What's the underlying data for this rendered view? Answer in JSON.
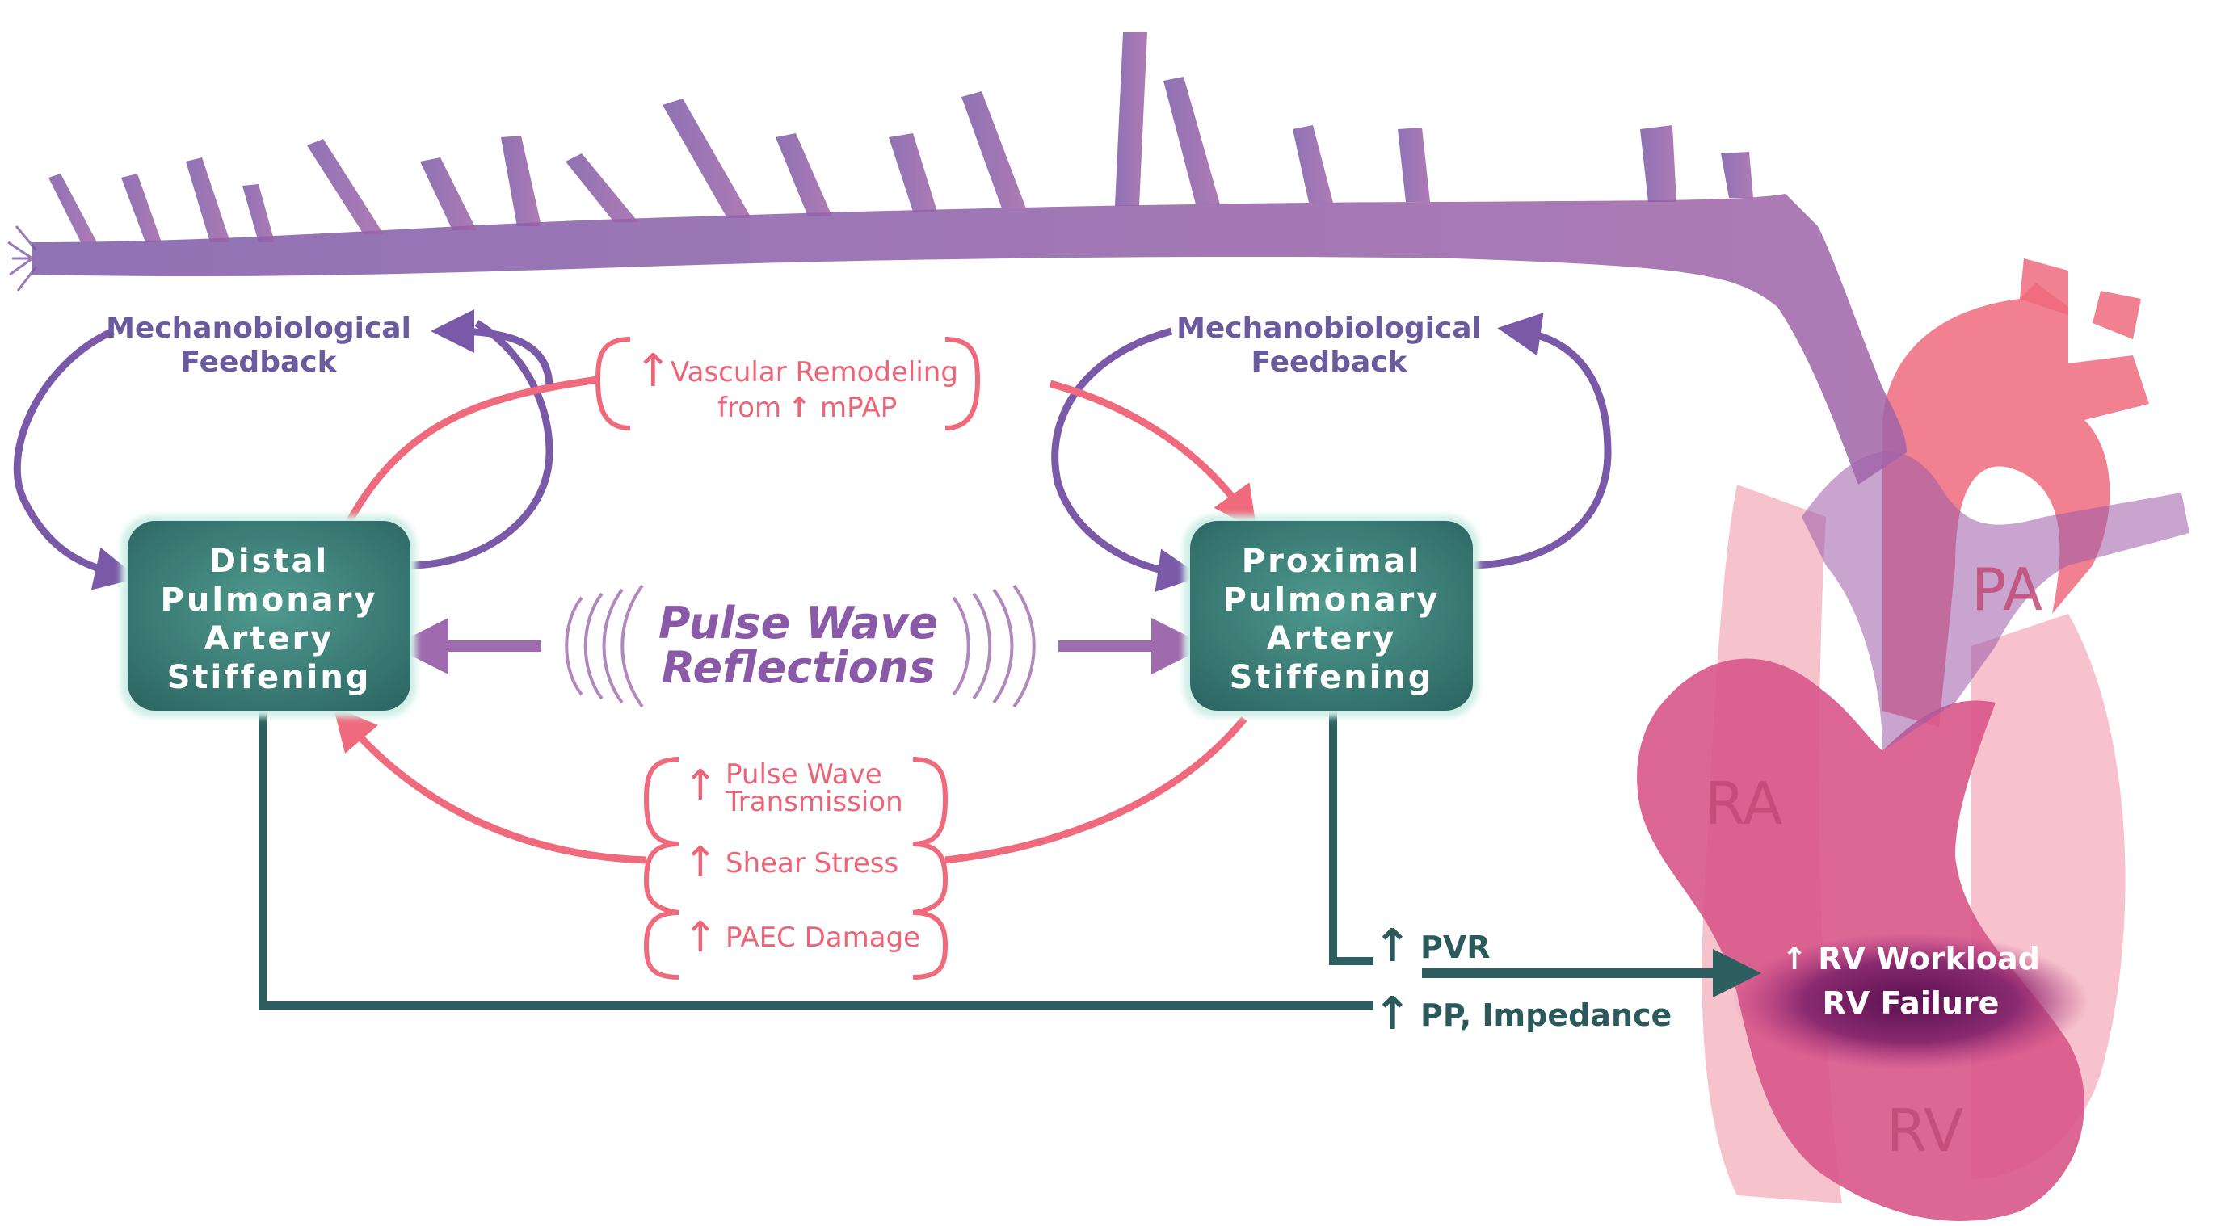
{
  "feedback_left": {
    "line1": "Mechanobiological",
    "line2": "Feedback"
  },
  "feedback_right": {
    "line1": "Mechanobiological",
    "line2": "Feedback"
  },
  "distal_box": {
    "lines": [
      "Distal",
      "Pulmonary",
      "Artery",
      "Stiffening"
    ]
  },
  "proximal_box": {
    "lines": [
      "Proximal",
      "Pulmonary",
      "Artery",
      "Stiffening"
    ]
  },
  "pulse_wave": {
    "line1": "Pulse Wave",
    "line2": "Reflections"
  },
  "remodeling": {
    "line1": "Vascular Remodeling",
    "line2_prefix": "from",
    "line2_suffix": "mPAP",
    "arrow_glyph": "↑"
  },
  "effects": [
    {
      "arrow": "↑",
      "line1": "Pulse Wave",
      "line2": "Transmission"
    },
    {
      "arrow": "↑",
      "line1": "Shear Stress"
    },
    {
      "arrow": "↑",
      "line1": "PAEC Damage"
    }
  ],
  "outcomes": {
    "pvr": "PVR",
    "pp": "PP, Impedance",
    "arrow": "↑",
    "rv_line1": "↑ RV Workload",
    "rv_line2": "RV Failure"
  },
  "heart_labels": {
    "pa": "PA",
    "ra": "RA",
    "rv": "RV"
  },
  "colors": {
    "teal_box": "#3f7f78",
    "teal_line": "#2e5f60",
    "purple": "#7a5aa8",
    "pink": "#ee6a7c",
    "vessel": "#9a5aa8",
    "heart": "#d8568a"
  }
}
